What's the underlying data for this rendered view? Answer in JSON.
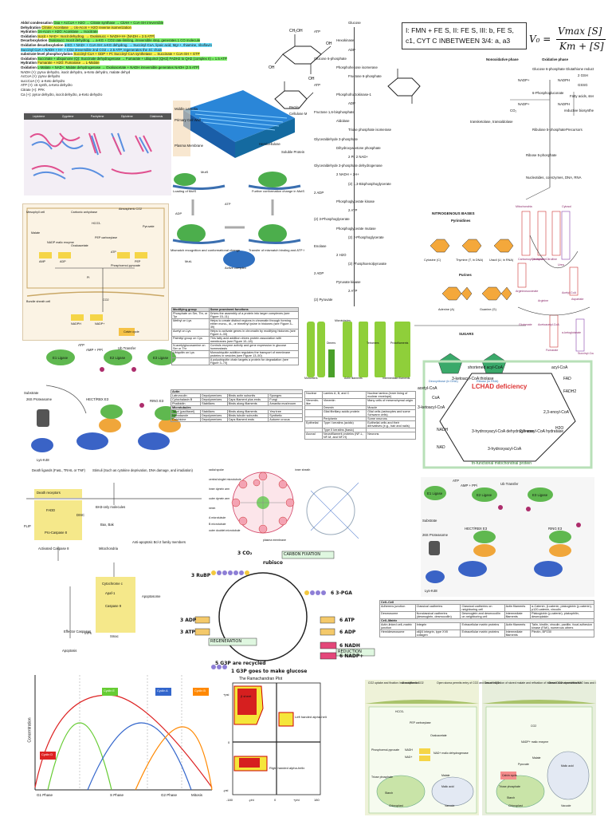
{
  "krebs_notes": {
    "lines": [
      {
        "label": "Aldol condensation",
        "text": "Oaa + AcCoA + H2O → Citrate synthase → CitAH + CoA-SH irreversible"
      },
      {
        "label": "Dehydration",
        "text": "Citrate: Aconitase → cis-Acon + H2O reverse isomerization"
      },
      {
        "label": "Hydration",
        "text": "cis-Acon + H2O: Aconitase → Isocitrate"
      },
      {
        "label": "Oxidation",
        "text": "Isocit + NAD+: Isocit dehydrog. → Oxalosucc + NADH+H+ (NADH = 2.5 ATP)"
      },
      {
        "label": "Decarboxylation",
        "text": "Oxalosucc: Isocit dehydrog. → a-KG + CO2 rate-limiting, irreversible step, generates 1 CO molecule"
      },
      {
        "label": "Oxidative decarboxylation",
        "text": "a-KG + NAD+ + CoA-SH: a-KG dehydrog. → Succinyl-CoA, lipoic acid, Mg++, thiamine, riboflavin"
      },
      {
        "label": "",
        "text": "Succinyl CoA + NADH + H+ + CO2 irreversible 2nd CO2 = 2.5 ATP, regenerates the 4C chain"
      },
      {
        "label": "substrate-level phosphorylation",
        "text": "Succinyl-CoA + GDP + Pi: Succinyl-CoA synthetase → Succinate + CoA-SH + GTP"
      },
      {
        "label": "Oxidation",
        "text": "Succinate + ubiquinone (Q): Succinate dehydrogenase → Fumarate + ubiquinol (QH2) FADH2 to QH2 (complex II) = 1.5 ATP"
      },
      {
        "label": "Hydration",
        "text": "Fumarate + H2O: Fumarase → L-Malate"
      },
      {
        "label": "Oxidation",
        "text": "L-Malate + NAD+: Malate dehydrogenase → Oxaloacetate + NADH irreversible generates NADH (2.5 ATP)"
      },
      {
        "label": "",
        "text": "NADH (×): pyruv dehydro, isocit dehydro, a-Keto dehydro, malate dehyd"
      },
      {
        "label": "",
        "text": "AcCoA (×): pyruv dehydro"
      },
      {
        "label": "",
        "text": "succCoA (×): a-Keto dehydro"
      },
      {
        "label": "",
        "text": "ATP (×): c6 synth, a-Keto dehydro"
      },
      {
        "label": "",
        "text": "Citrate (×): PFK"
      },
      {
        "label": "",
        "text": "Ca (+): pyruv dehydro, isocit dehydro, a-Keto dehydro"
      }
    ]
  },
  "etc_note": {
    "line1": "I: FMN + FE S, II: FE S, III: b, FE S,",
    "line2": "c1, CYT C INBETWEEN 3/4: a, a3"
  },
  "mm_equation": {
    "lhs": "V₀ =",
    "numerator": "Vmax [S]",
    "denominator": "Km + [S]"
  },
  "glycolysis": {
    "steps": [
      "Glucose",
      "ATP",
      "Hexokinase",
      "ADP",
      "Glucose 6-phosphate",
      "Phosphohexose isomerase",
      "Fructose 6-phosphate",
      "ATP",
      "Phosphofructokinase-1",
      "ADP",
      "Fructose 1,6-bisphosphate",
      "Aldolase",
      "Triose phosphate isomerase",
      "Glyceraldehyde 3-phosphate",
      "Dihydroxyacetone phosphate",
      "2 Pi, 2 NAD+",
      "Glyceraldehyde 3-phosphate dehydrogenase",
      "2 NADH + 2H+",
      "(2) 1,3-Bisphosphoglycerate",
      "2 ADP",
      "Phosphoglycerate kinase",
      "2 ATP",
      "(2) 3-Phosphoglycerate",
      "Phosphoglycerate mutase",
      "(2) 2-Phosphoglycerate",
      "Enolase",
      "2 H2O",
      "(2) Phosphoenolpyruvate",
      "2 ADP",
      "Pyruvate kinase",
      "2 ATP",
      "(2) Pyruvate"
    ]
  },
  "sugar_labels": {
    "glucose": "Glucose",
    "ch2oh": "CH₂OH",
    "oh": "OH"
  },
  "ppp": {
    "nonoxidative": "Nonoxidative phase",
    "oxidative": "Oxidative phase",
    "items": [
      "Glucose 6-phosphate",
      "NADP+",
      "NADPH",
      "6-Phosphogluconate",
      "NADP+",
      "NADPH",
      "CO₂",
      "Ribulose 5-phosphate",
      "Glutathione reductase",
      "2 GSH",
      "GSSG",
      "Fatty acids, sterols, etc.",
      "reductive biosynthesis",
      "Precursors",
      "Ribose 5-phosphate",
      "Nucleotides, coenzymes, DNA, RNA",
      "transketolase, transaldolase"
    ]
  },
  "microscopy": {
    "panel_labels": [
      "Leptotene",
      "Zygotene",
      "Pachytene",
      "Diplotene",
      "Diakinesis"
    ],
    "cell_wall_labels": [
      "Middle Lamella",
      "Primary Cell Wall",
      "Plasma Membrane",
      "Pectin",
      "Cellulose Microfibril",
      "Hemicellulose",
      "Soluble Protein"
    ]
  },
  "mismatch": {
    "labels": [
      "MutS",
      "Loading of MutS",
      "Further conformation change in MutS, CTD",
      "ATP",
      "ADP",
      "Mismatch recognition and conformational change",
      "Transfer of mismatch binding and ATP hydrolysis signals",
      "Active complex",
      "MutL"
    ]
  },
  "c4_plant": {
    "labels": [
      "Mesophyll cell",
      "Carbonic anhydrase",
      "HCO3-",
      "Atmospheric CO2",
      "Pyruvate",
      "PEP carboxylase",
      "Malate",
      "NADP malic enzyme",
      "Oxaloacetate",
      "PEP",
      "Phosphoenol-pyruvate",
      "Bundle sheath cell",
      "Calvin cycle",
      "AMP",
      "ATP",
      "ADP",
      "Pi",
      "NADPH",
      "NADP+",
      "CO2"
    ]
  },
  "ubiquitin_left": {
    "labels": [
      "E1 Ligase",
      "ATP",
      "AMP + PPi",
      "Ub Transfer",
      "E2 Ligase",
      "E3 Ligase",
      "Substrate",
      "26S Proteasome",
      "HECT/RBX E3",
      "RING E3",
      "Lys-K48"
    ]
  },
  "nucleotides": {
    "title": "NITROGENOUS BASES",
    "pyr": "Pyrimidines",
    "pur": "Purines",
    "bases": [
      "Cytosine (C)",
      "Thymine (T, in DNA)",
      "Uracil (U, in RNA)",
      "Adenine (A)",
      "Guanine (G)"
    ],
    "sugars_title": "SUGARS",
    "sugars": [
      "Deoxyribose (in DNA)",
      "Ribose (in RNA)"
    ]
  },
  "ptm_table": {
    "header": [
      "Modifying group",
      "Some prominent functions"
    ],
    "rows": [
      [
        "Phosphate on Ser, Thr, or Tyr",
        "Drives the assembly of a protein into larger complexes (see Figure 15–11)"
      ],
      [
        "Methyl on Lys",
        "Helps to create distinct regions in chromatin through forming either mono-, di-, or trimethyl lysine in histones (see Figure 4–39)"
      ],
      [
        "Acetyl on Lys",
        "Helps to activate genes in chromatin by modifying histones (see Figure 4–33)"
      ],
      [
        "Palmityl group on Cys",
        "This fatty acid addition drives protein association with membranes (see Figure 10–18)"
      ],
      [
        "N-acetylglucosamine on Ser or Thr",
        "Controls enzyme activity and gene expression in glucose homeostasis"
      ],
      [
        "Ubiquitin on Lys",
        "Monoubiquitin addition regulates the transport of membrane proteins in vesicles (see Figure 13–50)"
      ],
      [
        "",
        "A polyubiquitin chain targets a protein for degradation (see Figure 3–70)"
      ]
    ]
  },
  "drug_table": {
    "sections": [
      {
        "name": "Actin",
        "rows": [
          [
            "Latrunculin",
            "Depolymerizes",
            "Binds actin subunits",
            "Sponges"
          ],
          [
            "Cytochalasin B",
            "Depolymerizes",
            "Caps filament plus ends",
            "Fungi"
          ],
          [
            "Phalloidin",
            "Stabilizes",
            "Binds along filaments",
            "Amanita mushroom"
          ]
        ]
      },
      {
        "name": "Microtubules",
        "rows": [
          [
            "Taxol (paclitaxel)",
            "Stabilizes",
            "Binds along filaments",
            "Yew tree"
          ],
          [
            "Nocodazole",
            "Depolymerizes",
            "Binds tubulin subunits",
            "Synthetic"
          ],
          [
            "Colchicine",
            "Depolymerizes",
            "Caps filament ends",
            "Autumn crocus"
          ]
        ]
      }
    ]
  },
  "filaments": {
    "labels": [
      "Microtubules",
      "Actin filaments",
      "Intermediate filaments",
      "Monomers",
      "Dimers",
      "Tetramers",
      "Protofilaments"
    ],
    "types_header": [
      "Nuclear",
      "Lamins A, B, and C",
      "Nuclear lamina (inner lining of nuclear envelope)"
    ],
    "types_rows": [
      [
        "Vimentin-like",
        "Vimentin",
        "Many cells of mesenchymal origin"
      ],
      [
        "",
        "Desmin",
        "Muscle"
      ],
      [
        "",
        "Glial fibrillary acidic protein",
        "Glial cells (astrocytes and some Schwann cells)"
      ],
      [
        "",
        "Peripherin",
        "Some neurons"
      ],
      [
        "Epithelial",
        "Type I keratins (acidic)",
        "Epithelial cells and their derivatives (e.g., hair and nails)"
      ],
      [
        "",
        "Type II keratins (basic)",
        ""
      ],
      [
        "Axonal",
        "Neurofilament proteins (NF-L, NF-M, and NF-H)",
        "Neurons"
      ]
    ]
  },
  "beta_ox": {
    "items": [
      "shortened acyl-CoA",
      "3-ketoacyl-CoA thiolase",
      "acetyl-CoA",
      "acyl-CoA",
      "FAD",
      "FADH2",
      "2,3-enoyl-CoA",
      "H2O",
      "3-hydroxyacyl-CoA",
      "NADH",
      "NAD",
      "3-ketoacyl-CoA",
      "CoA",
      "3-hydroxyacyl-CoA dehydrogenase",
      "2,3-enoyl-CoA hydratase"
    ],
    "deficiency": "LCHAD deficiency",
    "footer": "tri-functional mitochondrial protein"
  },
  "urea_cycle": {
    "labels": [
      "Mitochondria",
      "Cytosol",
      "Carbamoyl phosphate",
      "Ornithine",
      "Citrulline",
      "Aspartate",
      "Argininosuccinate",
      "Fumarate",
      "Arginine",
      "Urea",
      "Acetyl-CoA",
      "Succinyl-CoA",
      "Acetoacetyl-CoA",
      "Glutamate",
      "α-ketoglutarate"
    ]
  },
  "apoptosis": {
    "items": [
      "Death ligands (FasL, TRAIL or TNF)",
      "Stimuli (Such as cytokine deprivation, DNA damage, and irradiation)",
      "Death receptors",
      "FADD",
      "DISC",
      "FLIP",
      "Pro-Caspase 8",
      "Activated Caspase 8",
      "BH3-only molecules",
      "Bax, Bak",
      "Anti-apoptotic Bcl-2 family members",
      "Mitochondria",
      "Cytochrome c",
      "Apaf-1",
      "Apoptosome",
      "Caspase 9",
      "Effector Caspases",
      "IAPs",
      "Smac",
      "Apoptosis"
    ]
  },
  "cilium": {
    "labels": [
      "radial spoke",
      "central singlet microtubule",
      "inner dynein arm",
      "outer dynein arm",
      "nexin",
      "A microtubule",
      "B microtubule",
      "outer doublet microtubule",
      "inner sheath",
      "plasma membrane"
    ]
  },
  "ubiquitin_right": {
    "labels": [
      "E1 Ligase",
      "ATP",
      "AMP + PPi",
      "Ub Transfer",
      "E2 Ligase",
      "E3 Ligase",
      "Substrate",
      "26S Proteasome",
      "HECT/RBX E3",
      "RING E3",
      "Lys-K48"
    ]
  },
  "calvin": {
    "title_fix": "CARBON FIXATION",
    "title_regen": "REGENERATION",
    "title_red": "REDUCTION",
    "co2": "3 CO₂",
    "rubisco": "rubisco",
    "rubp": "3 RuBP",
    "pga": "6 3-PGA",
    "atp_left": [
      "3 ADP",
      "3 ATP"
    ],
    "atp_right": [
      "6 ATP",
      "6 ADP"
    ],
    "nadph": [
      "6 NADH",
      "6 NADP+"
    ],
    "g3p": "5 G3P are recycled",
    "out": "1 G3P goes to make glucose"
  },
  "junctions": {
    "section1": "Cell–Cell",
    "section2": "Cell–Matrix",
    "rows": [
      [
        "Adherens junction",
        "Classical cadherins",
        "Classical cadherins on neighboring cell",
        "Actin filaments",
        "α-Catenin, β-catenin, plakoglobin (γ-catenin), p120-catenin, vinculin"
      ],
      [
        "Desmosome",
        "Nonclassical cadherins (desmoglein, desmocollin)",
        "Desmoglein and desmocollin on neighboring cell",
        "Intermediate filaments",
        "Plakoglobin (γ-catenin), plakophilin, desmoplakin"
      ],
      [
        "Actin-linked cell–matrix junction",
        "Integrin",
        "Extracellular matrix proteins",
        "Actin filaments",
        "Talin, kindlin, vinculin, paxillin, focal adhesion kinase (FAK), numerous others"
      ],
      [
        "Hemidesmosome",
        "α6β4 integrin, type XVII collagen",
        "Extracellular matrix proteins",
        "Intermediate filaments",
        "Plectin, BP230"
      ]
    ]
  },
  "cell_cycle": {
    "ylabel": "Concentration",
    "phases": [
      "G1 Phase",
      "S Phase",
      "G2 Phase",
      "Mitosis"
    ],
    "cyclins": [
      "Cyclin D",
      "Cyclin E",
      "Cyclin A",
      "Cyclin B"
    ],
    "colors": {
      "D": "#d22",
      "E": "#6c3",
      "A": "#36c",
      "B": "#f80"
    }
  },
  "ramachandran": {
    "title": "The Ramachandran Plot",
    "regions": [
      "β sheet",
      "Left handed alpha-helix",
      "Right handed alpha-helix"
    ],
    "xticks": [
      "-180",
      "-phi",
      "0",
      "+phi",
      "180"
    ],
    "yticks": [
      "+psi",
      "0",
      "-psi"
    ]
  },
  "cam": {
    "left": [
      "CO2 uptake and fixation: leaf acidification",
      "Atmospheric CO2",
      "Open stoma permits entry of CO2 and loss of H2O",
      "HCO3-",
      "PEP carboxylase",
      "Oxaloacetate",
      "NADH",
      "NAD+",
      "NAD+ malic dehydrogenase",
      "Phosphoenol-pyruvate",
      "Triose phosphate",
      "Starch",
      "Malate",
      "Malic acid",
      "Chloroplast",
      "Vacuole"
    ],
    "right": [
      "Decarboxylation of stored malate and refixation of internal CO2: deacidification",
      "Closed stoma prevents H2O loss and CO2 uptake",
      "NADP+ malic enzyme",
      "Malate",
      "Malic acid",
      "CO2",
      "Calvin cycle",
      "Pyruvate",
      "Triose phosphate",
      "Starch",
      "Chloroplast",
      "Vacuole"
    ]
  }
}
